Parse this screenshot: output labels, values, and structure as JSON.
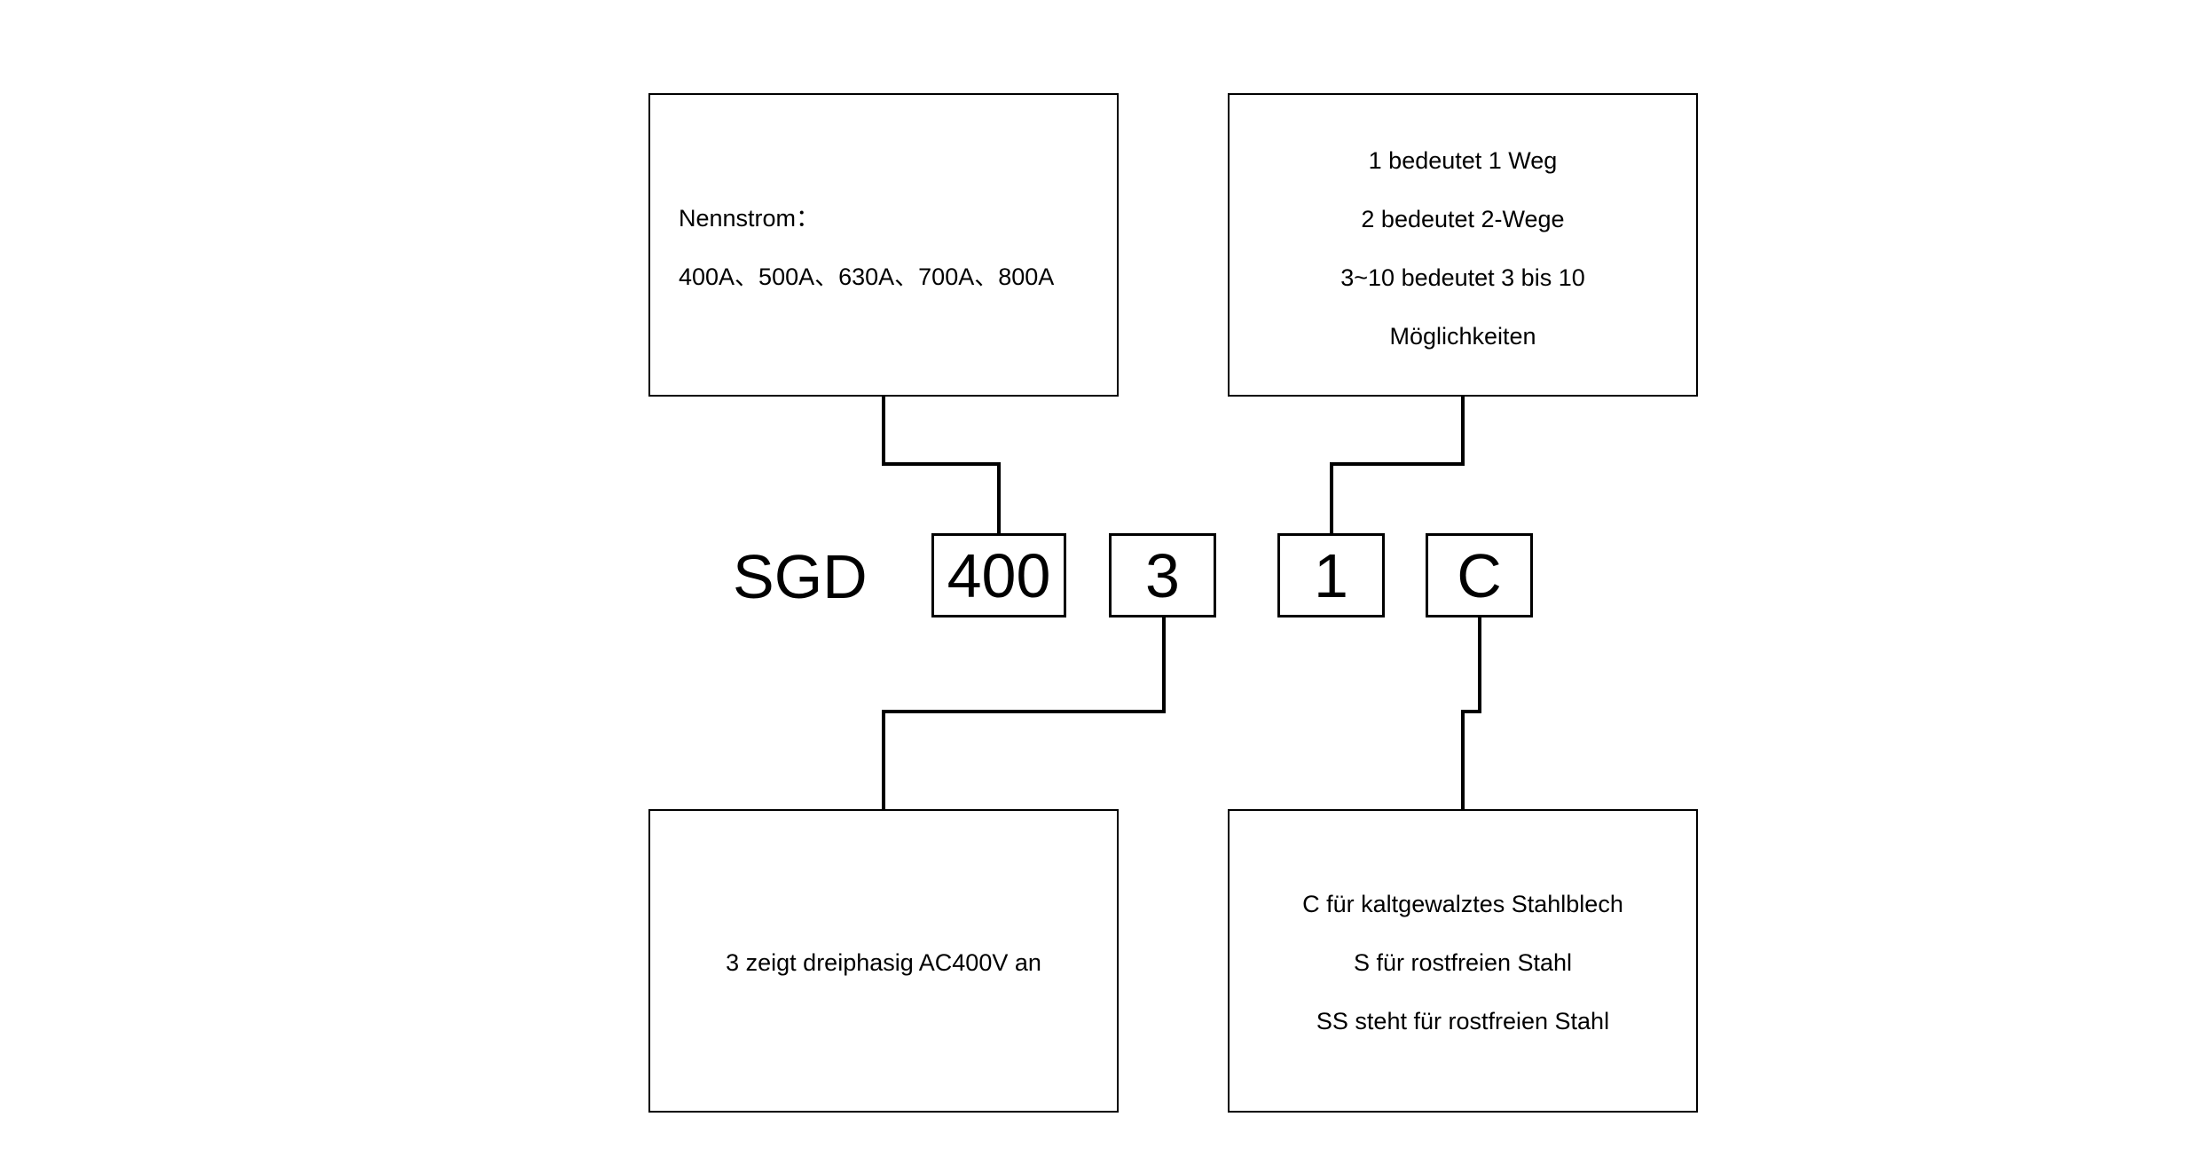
{
  "prefix": "SGD",
  "code": {
    "current": "400",
    "phase": "3",
    "ways": "1",
    "material": "C"
  },
  "boxes": {
    "current_box": {
      "lines": [
        "Nennstrom：",
        "400A、500A、630A、700A、800A"
      ]
    },
    "ways_box": {
      "lines": [
        "1 bedeutet 1 Weg",
        "2 bedeutet 2-Wege",
        "3~10 bedeutet 3 bis 10",
        "Möglichkeiten"
      ]
    },
    "phase_box": {
      "lines": [
        "3 zeigt dreiphasig AC400V an"
      ]
    },
    "material_box": {
      "lines": [
        "C für kaltgewalztes Stahlblech",
        "S für rostfreien Stahl",
        "SS steht für rostfreien Stahl"
      ]
    }
  }
}
